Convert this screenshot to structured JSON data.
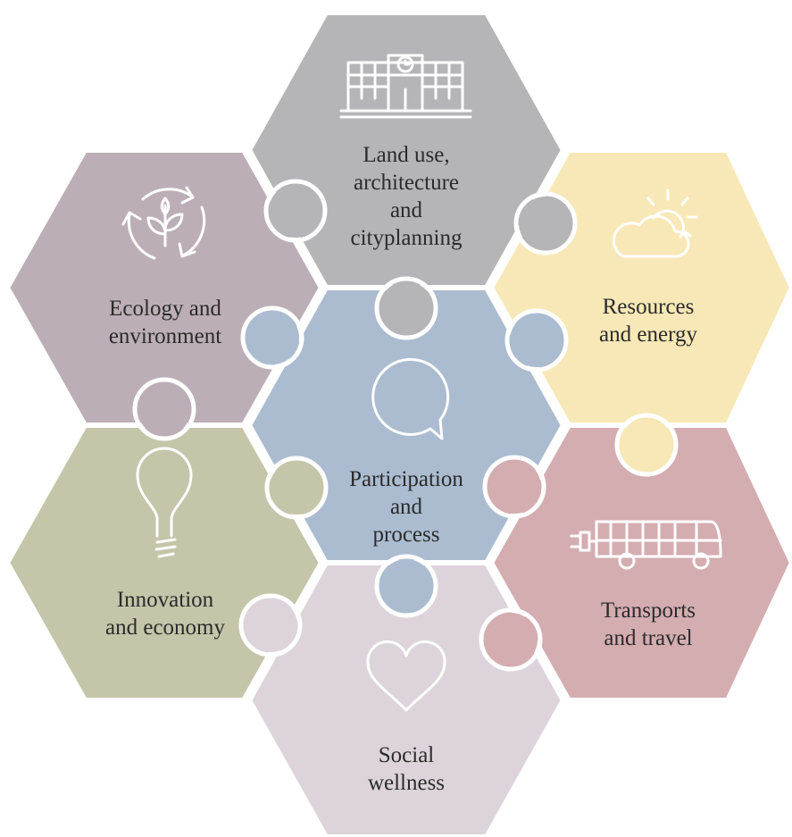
{
  "colors": {
    "center": "#abbcd0",
    "top": "#b5b5b7",
    "top_left": "#bcaeb7",
    "top_right": "#f8e8b7",
    "bottom_left": "#c5c5aa",
    "bottom_right": "#d4adb1",
    "bottom": "#ddd4db"
  },
  "tiles": {
    "center": {
      "lines": [
        "Participation",
        "and",
        "process"
      ],
      "icon": "speech-bubble-icon"
    },
    "top": {
      "lines": [
        "Land use,",
        "architecture",
        "and",
        "cityplanning"
      ],
      "icon": "building-icon"
    },
    "top_left": {
      "lines": [
        "Ecology and",
        "environment"
      ],
      "icon": "recycle-leaf-icon"
    },
    "top_right": {
      "lines": [
        "Resources",
        "and energy"
      ],
      "icon": "sun-cloud-icon"
    },
    "bottom_left": {
      "lines": [
        "Innovation",
        "and economy"
      ],
      "icon": "lightbulb-icon"
    },
    "bottom_right": {
      "lines": [
        "Transports",
        "and travel"
      ],
      "icon": "electric-bus-icon"
    },
    "bottom": {
      "lines": [
        "Social",
        "wellness"
      ],
      "icon": "heart-icon"
    }
  }
}
